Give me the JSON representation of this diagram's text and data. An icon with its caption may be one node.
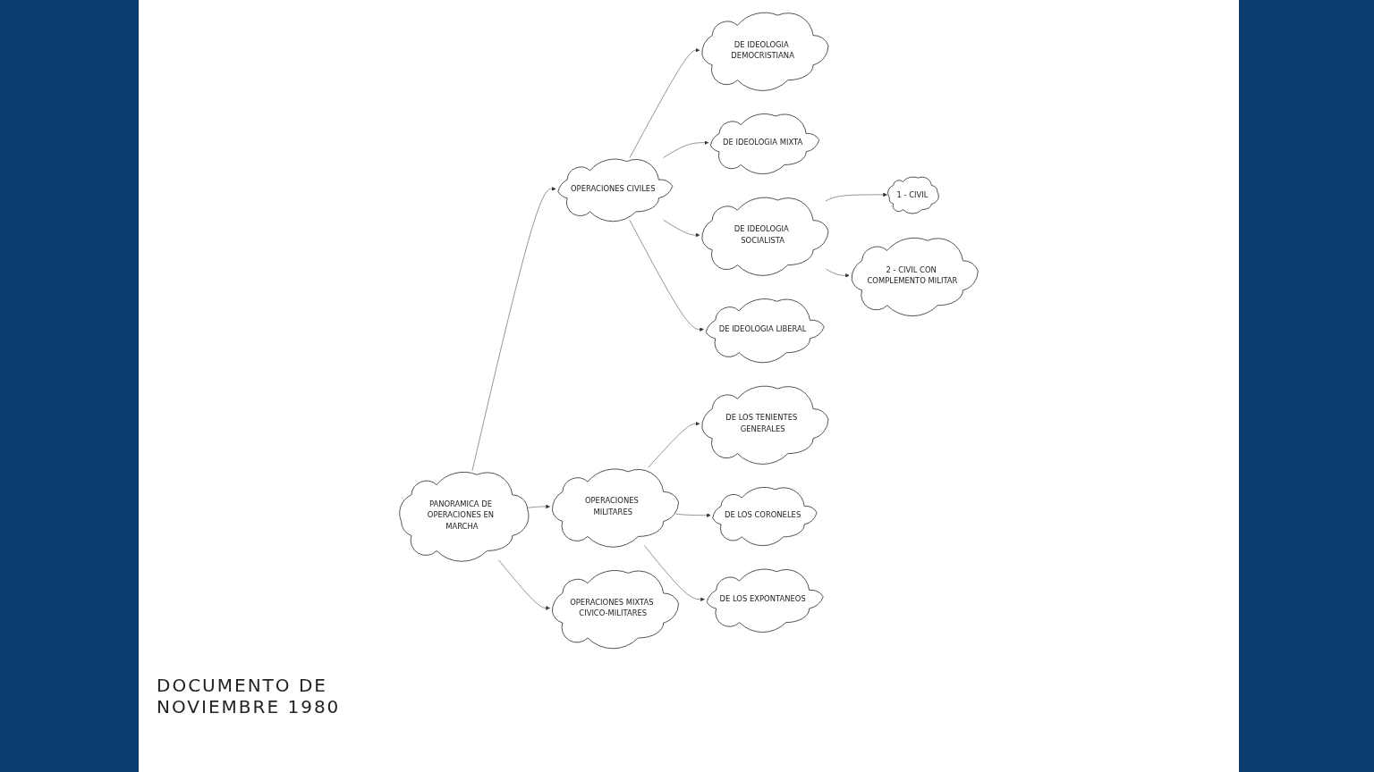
{
  "diagram": {
    "nodes": [
      {
        "text": [
          "PANORAMICA DE OPERACIONES EN MARCHA"
        ]
      },
      {
        "text": [
          "OPERACIONES CIVILES"
        ]
      },
      {
        "text": [
          "DE IDEOLOGIA DEMOCRISTIANA"
        ]
      },
      {
        "text": [
          "DE IDEOLOGIA MIXTA"
        ]
      },
      {
        "text": [
          "DE IDEOLOGIA SOCIALISTA"
        ]
      },
      {
        "text": [
          "DE IDEOLOGIA LIBERAL"
        ]
      },
      {
        "text": [
          "1 - CIVIL"
        ]
      },
      {
        "text": [
          "2 - CIVIL CON COMPLEMENTO MILITAR"
        ]
      },
      {
        "text": [
          "OPERACIONES MILITARES"
        ]
      },
      {
        "text": [
          "DE LOS TENIENTES GENERALES"
        ]
      },
      {
        "text": [
          "DE LOS CORONELES"
        ]
      },
      {
        "text": [
          "DE LOS EXPONTANEOS"
        ]
      },
      {
        "text": [
          "OPERACIONES MIXTAS CIVICO-MILITARES"
        ]
      }
    ],
    "edges": [
      {
        "from": 0,
        "to": 1,
        "arrow": "to"
      },
      {
        "from": 1,
        "to": 2,
        "arrow": "to"
      },
      {
        "from": 1,
        "to": 3,
        "arrow": "to"
      },
      {
        "from": 1,
        "to": 4,
        "arrow": "to"
      },
      {
        "from": 1,
        "to": 5,
        "arrow": "to"
      },
      {
        "from": 4,
        "to": 6,
        "arrow": "to"
      },
      {
        "from": 4,
        "to": 7,
        "arrow": "to"
      },
      {
        "from": 0,
        "to": 8,
        "arrow": "to"
      },
      {
        "from": 8,
        "to": 9,
        "arrow": "to"
      },
      {
        "from": 8,
        "to": 10,
        "arrow": "to"
      },
      {
        "from": 8,
        "to": 11,
        "arrow": "to"
      },
      {
        "from": 0,
        "to": 12,
        "arrow": "to"
      }
    ],
    "labels": [
      "DOCUMENTO DE NOVIEMBRE 1980"
    ]
  }
}
